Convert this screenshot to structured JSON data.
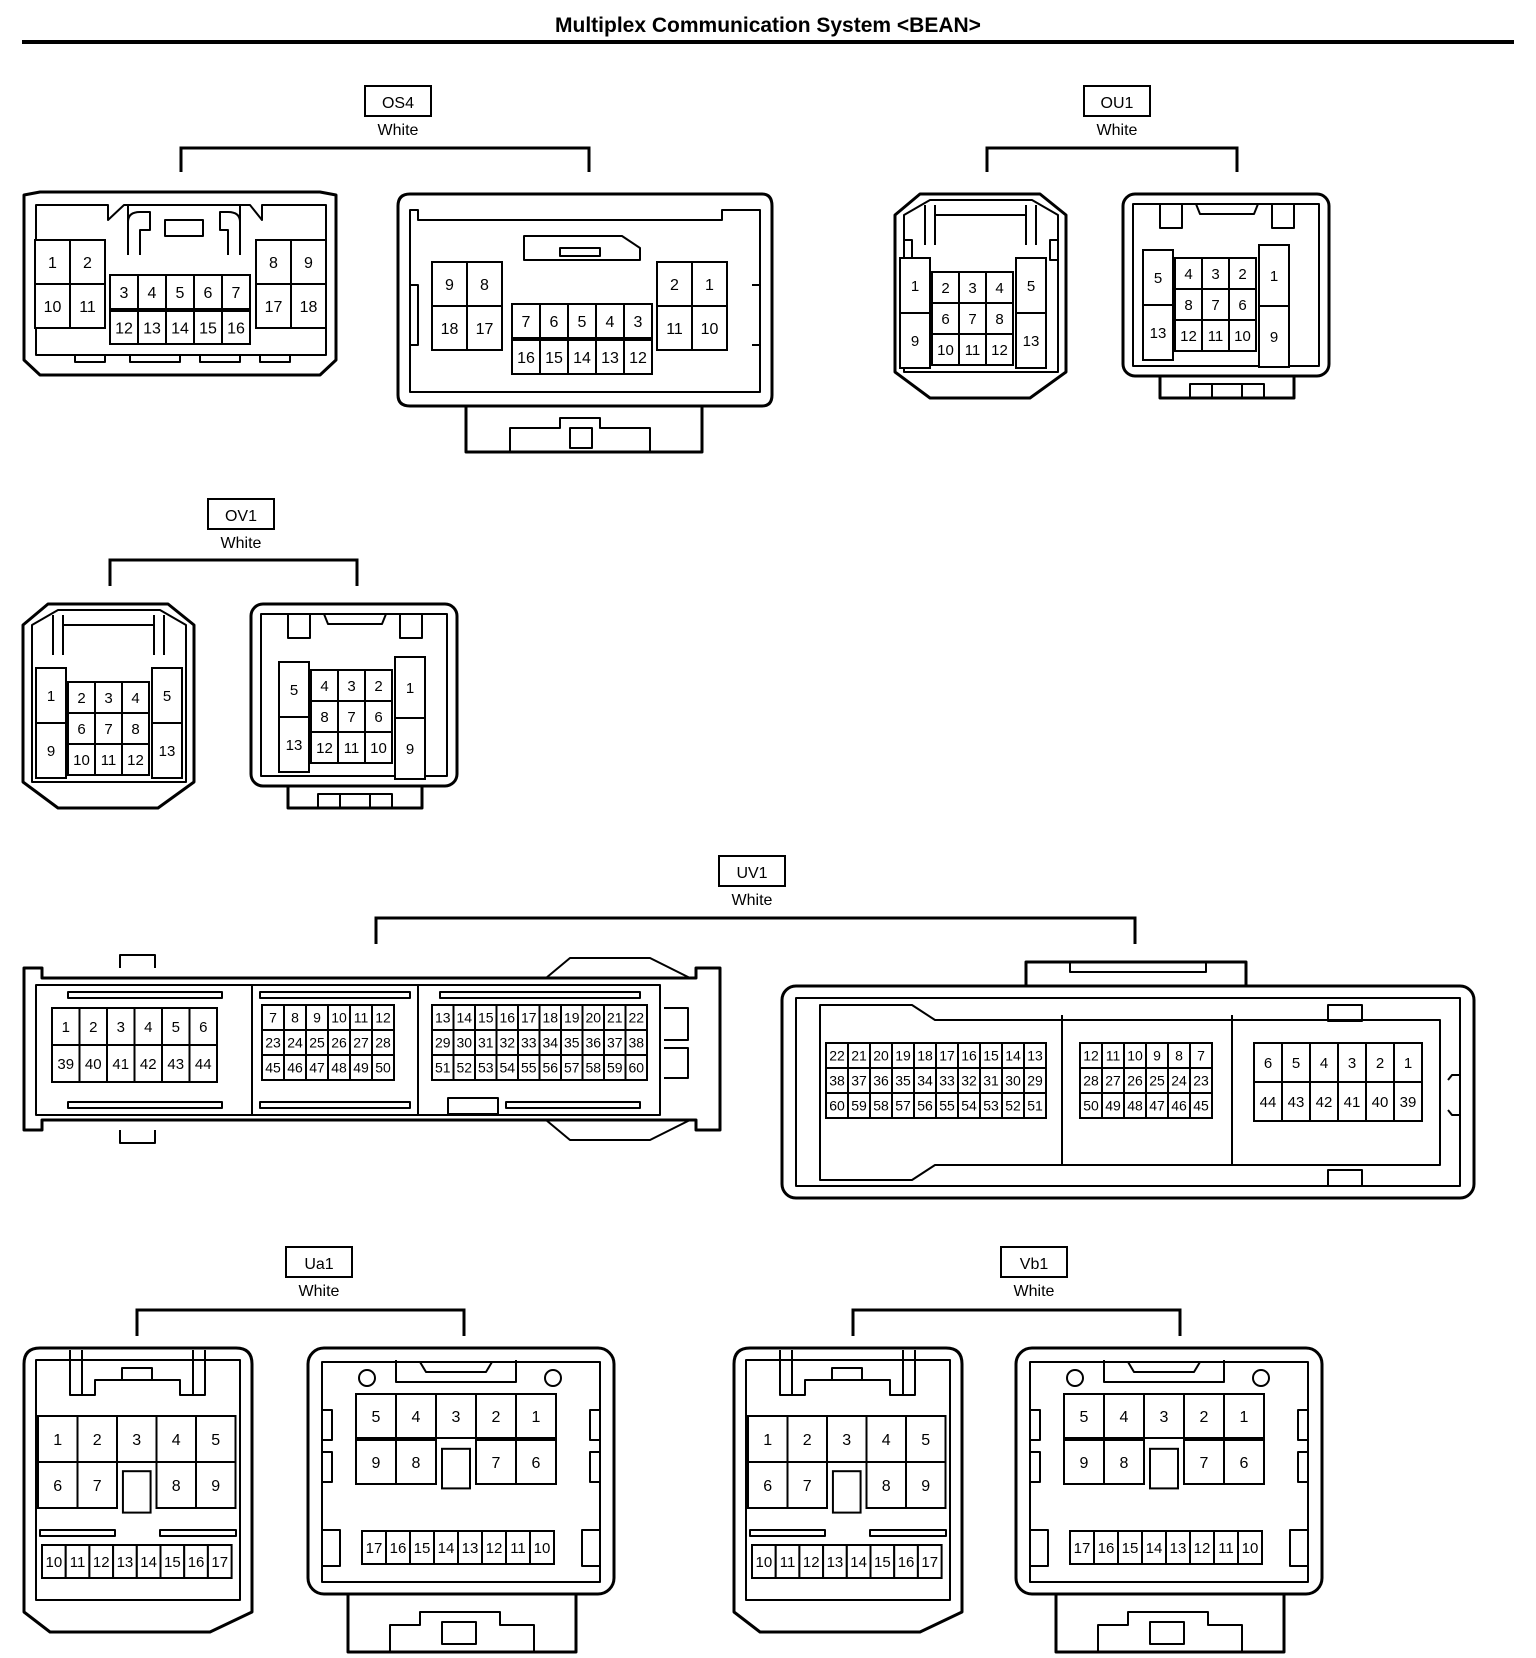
{
  "title": "Multiplex Communication System <BEAN>",
  "connectors": [
    {
      "id": "os4",
      "code": "OS4",
      "color": "White"
    },
    {
      "id": "ou1",
      "code": "OU1",
      "color": "White"
    },
    {
      "id": "ov1",
      "code": "OV1",
      "color": "White"
    },
    {
      "id": "uv1",
      "code": "UV1",
      "color": "White"
    },
    {
      "id": "ua1",
      "code": "Ua1",
      "color": "White"
    },
    {
      "id": "vb1",
      "code": "Vb1",
      "color": "White"
    }
  ],
  "pins": {
    "os4_a_left": [
      [
        "1",
        "2"
      ],
      [
        "10",
        "11"
      ]
    ],
    "os4_a_mid_top": [
      [
        "3",
        "4",
        "5",
        "6",
        "7"
      ]
    ],
    "os4_a_mid_bot": [
      [
        "12",
        "13",
        "14",
        "15",
        "16"
      ]
    ],
    "os4_a_right": [
      [
        "8",
        "9"
      ],
      [
        "17",
        "18"
      ]
    ],
    "os4_b_left": [
      [
        "9",
        "8"
      ],
      [
        "18",
        "17"
      ]
    ],
    "os4_b_mid_top": [
      [
        "7",
        "6",
        "5",
        "4",
        "3"
      ]
    ],
    "os4_b_mid_bot": [
      [
        "16",
        "15",
        "14",
        "13",
        "12"
      ]
    ],
    "os4_b_right": [
      [
        "2",
        "1"
      ],
      [
        "11",
        "10"
      ]
    ],
    "p13_a_left": [
      [
        "1"
      ],
      [
        "9"
      ]
    ],
    "p13_a_mid": [
      [
        "2",
        "3",
        "4"
      ],
      [
        "6",
        "7",
        "8"
      ],
      [
        "10",
        "11",
        "12"
      ]
    ],
    "p13_a_right": [
      [
        "5"
      ],
      [
        "13"
      ]
    ],
    "p13_b_left": [
      [
        "5"
      ],
      [
        "13"
      ]
    ],
    "p13_b_mid": [
      [
        "4",
        "3",
        "2"
      ],
      [
        "8",
        "7",
        "6"
      ],
      [
        "12",
        "11",
        "10"
      ]
    ],
    "p13_b_right": [
      [
        "1"
      ],
      [
        "9"
      ]
    ],
    "uv1_a_1": [
      [
        "1",
        "2",
        "3",
        "4",
        "5",
        "6"
      ],
      [
        "39",
        "40",
        "41",
        "42",
        "43",
        "44"
      ]
    ],
    "uv1_a_2": [
      [
        "7",
        "8",
        "9",
        "10",
        "11",
        "12"
      ],
      [
        "23",
        "24",
        "25",
        "26",
        "27",
        "28"
      ],
      [
        "45",
        "46",
        "47",
        "48",
        "49",
        "50"
      ]
    ],
    "uv1_a_3": [
      [
        "13",
        "14",
        "15",
        "16",
        "17",
        "18",
        "19",
        "20",
        "21",
        "22"
      ],
      [
        "29",
        "30",
        "31",
        "32",
        "33",
        "34",
        "35",
        "36",
        "37",
        "38"
      ],
      [
        "51",
        "52",
        "53",
        "54",
        "55",
        "56",
        "57",
        "58",
        "59",
        "60"
      ]
    ],
    "uv1_b_1": [
      [
        "22",
        "21",
        "20",
        "19",
        "18",
        "17",
        "16",
        "15",
        "14",
        "13"
      ],
      [
        "38",
        "37",
        "36",
        "35",
        "34",
        "33",
        "32",
        "31",
        "30",
        "29"
      ],
      [
        "60",
        "59",
        "58",
        "57",
        "56",
        "55",
        "54",
        "53",
        "52",
        "51"
      ]
    ],
    "uv1_b_2": [
      [
        "12",
        "11",
        "10",
        "9",
        "8",
        "7"
      ],
      [
        "28",
        "27",
        "26",
        "25",
        "24",
        "23"
      ],
      [
        "50",
        "49",
        "48",
        "47",
        "46",
        "45"
      ]
    ],
    "uv1_b_3": [
      [
        "6",
        "5",
        "4",
        "3",
        "2",
        "1"
      ],
      [
        "44",
        "43",
        "42",
        "41",
        "40",
        "39"
      ]
    ],
    "p17_a_top": [
      [
        "1",
        "2",
        "3",
        "4",
        "5"
      ]
    ],
    "p17_a_mid": [
      [
        "6",
        "7",
        "",
        "8",
        "9"
      ]
    ],
    "p17_a_bot": [
      [
        "10",
        "11",
        "12",
        "13",
        "14",
        "15",
        "16",
        "17"
      ]
    ],
    "p17_b_top": [
      [
        "5",
        "4",
        "3",
        "2",
        "1"
      ]
    ],
    "p17_b_mid": [
      [
        "9",
        "8",
        "",
        "7",
        "6"
      ]
    ],
    "p17_b_bot": [
      [
        "17",
        "16",
        "15",
        "14",
        "13",
        "12",
        "11",
        "10"
      ]
    ]
  }
}
